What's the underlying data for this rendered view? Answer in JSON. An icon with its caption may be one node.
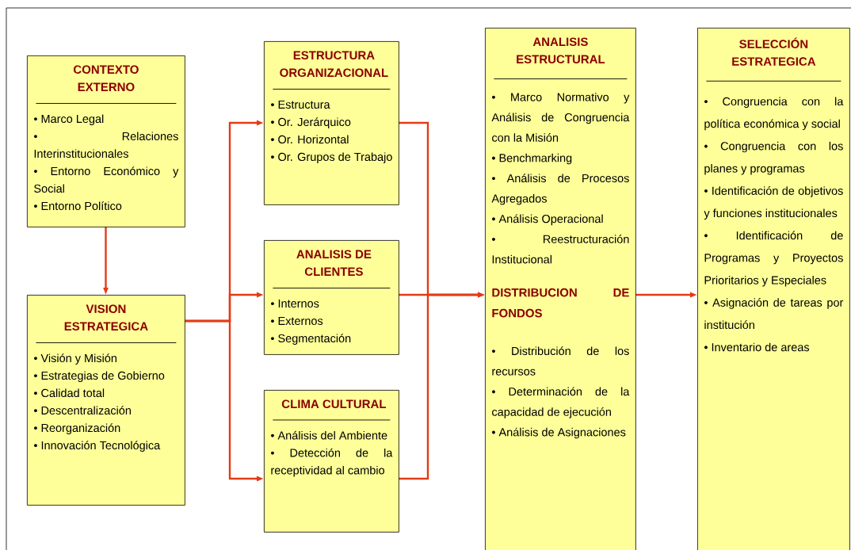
{
  "diagram": {
    "nodes": [
      {
        "text": [
          "CONTEXTO EXTERNO",
          "• Marco Legal",
          "• Relaciones Interinstitucionales",
          "• Entorno Económico y Social",
          "• Entorno Político"
        ]
      },
      {
        "text": [
          "VISION ESTRATEGICA",
          "• Visión y Misión",
          "• Estrategias de Gobierno",
          "• Calidad total",
          "• Descentralización",
          "• Reorganización",
          "• Innovación Tecnológica"
        ]
      },
      {
        "text": [
          "ESTRUCTURA ORGANIZACIONAL",
          "• Estructura",
          "• Or. Jerárquico",
          "• Or. Horizontal",
          "• Or. Grupos de Trabajo"
        ]
      },
      {
        "text": [
          "ANALISIS DE CLIENTES",
          "• Internos",
          "• Externos",
          "• Segmentación"
        ]
      },
      {
        "text": [
          "CLIMA CULTURAL",
          "• Análisis del Ambiente",
          "• Detección de la receptividad al cambio"
        ]
      },
      {
        "text": [
          "ANALISIS ESTRUCTURAL",
          "• Marco Normativo y Análisis de Congruencia con la Misión",
          "• Benchmarking",
          "• Análisis de Procesos Agregados",
          "• Análisis Operacional",
          "• Reestructuración Institucional",
          "DISTRIBUCION DE FONDOS",
          "• Distribución de los recursos",
          "• Determinación de la capacidad de ejecución",
          "• Análisis de Asignaciones"
        ]
      },
      {
        "text": [
          "SELECCIÓN ESTRATEGICA",
          "• Congruencia con la política económica y social",
          "• Congruencia con los planes y programas",
          "• Identificación de objetivos y funciones institucionales",
          "• Identificación de Programas y Proyectos Prioritarios y Especiales",
          "• Asignación de tareas por institución",
          "• Inventario de areas"
        ]
      }
    ],
    "edges": [
      {
        "from": 0,
        "to": 1,
        "arrow": "to"
      },
      {
        "from": 1,
        "to": 2,
        "arrow": "to"
      },
      {
        "from": 1,
        "to": 3,
        "arrow": "to"
      },
      {
        "from": 1,
        "to": 4,
        "arrow": "to"
      },
      {
        "from": 2,
        "to": 5,
        "arrow": "to"
      },
      {
        "from": 3,
        "to": 5,
        "arrow": "to"
      },
      {
        "from": 4,
        "to": 5,
        "arrow": "to"
      },
      {
        "from": 5,
        "to": 6,
        "arrow": "to"
      }
    ]
  }
}
